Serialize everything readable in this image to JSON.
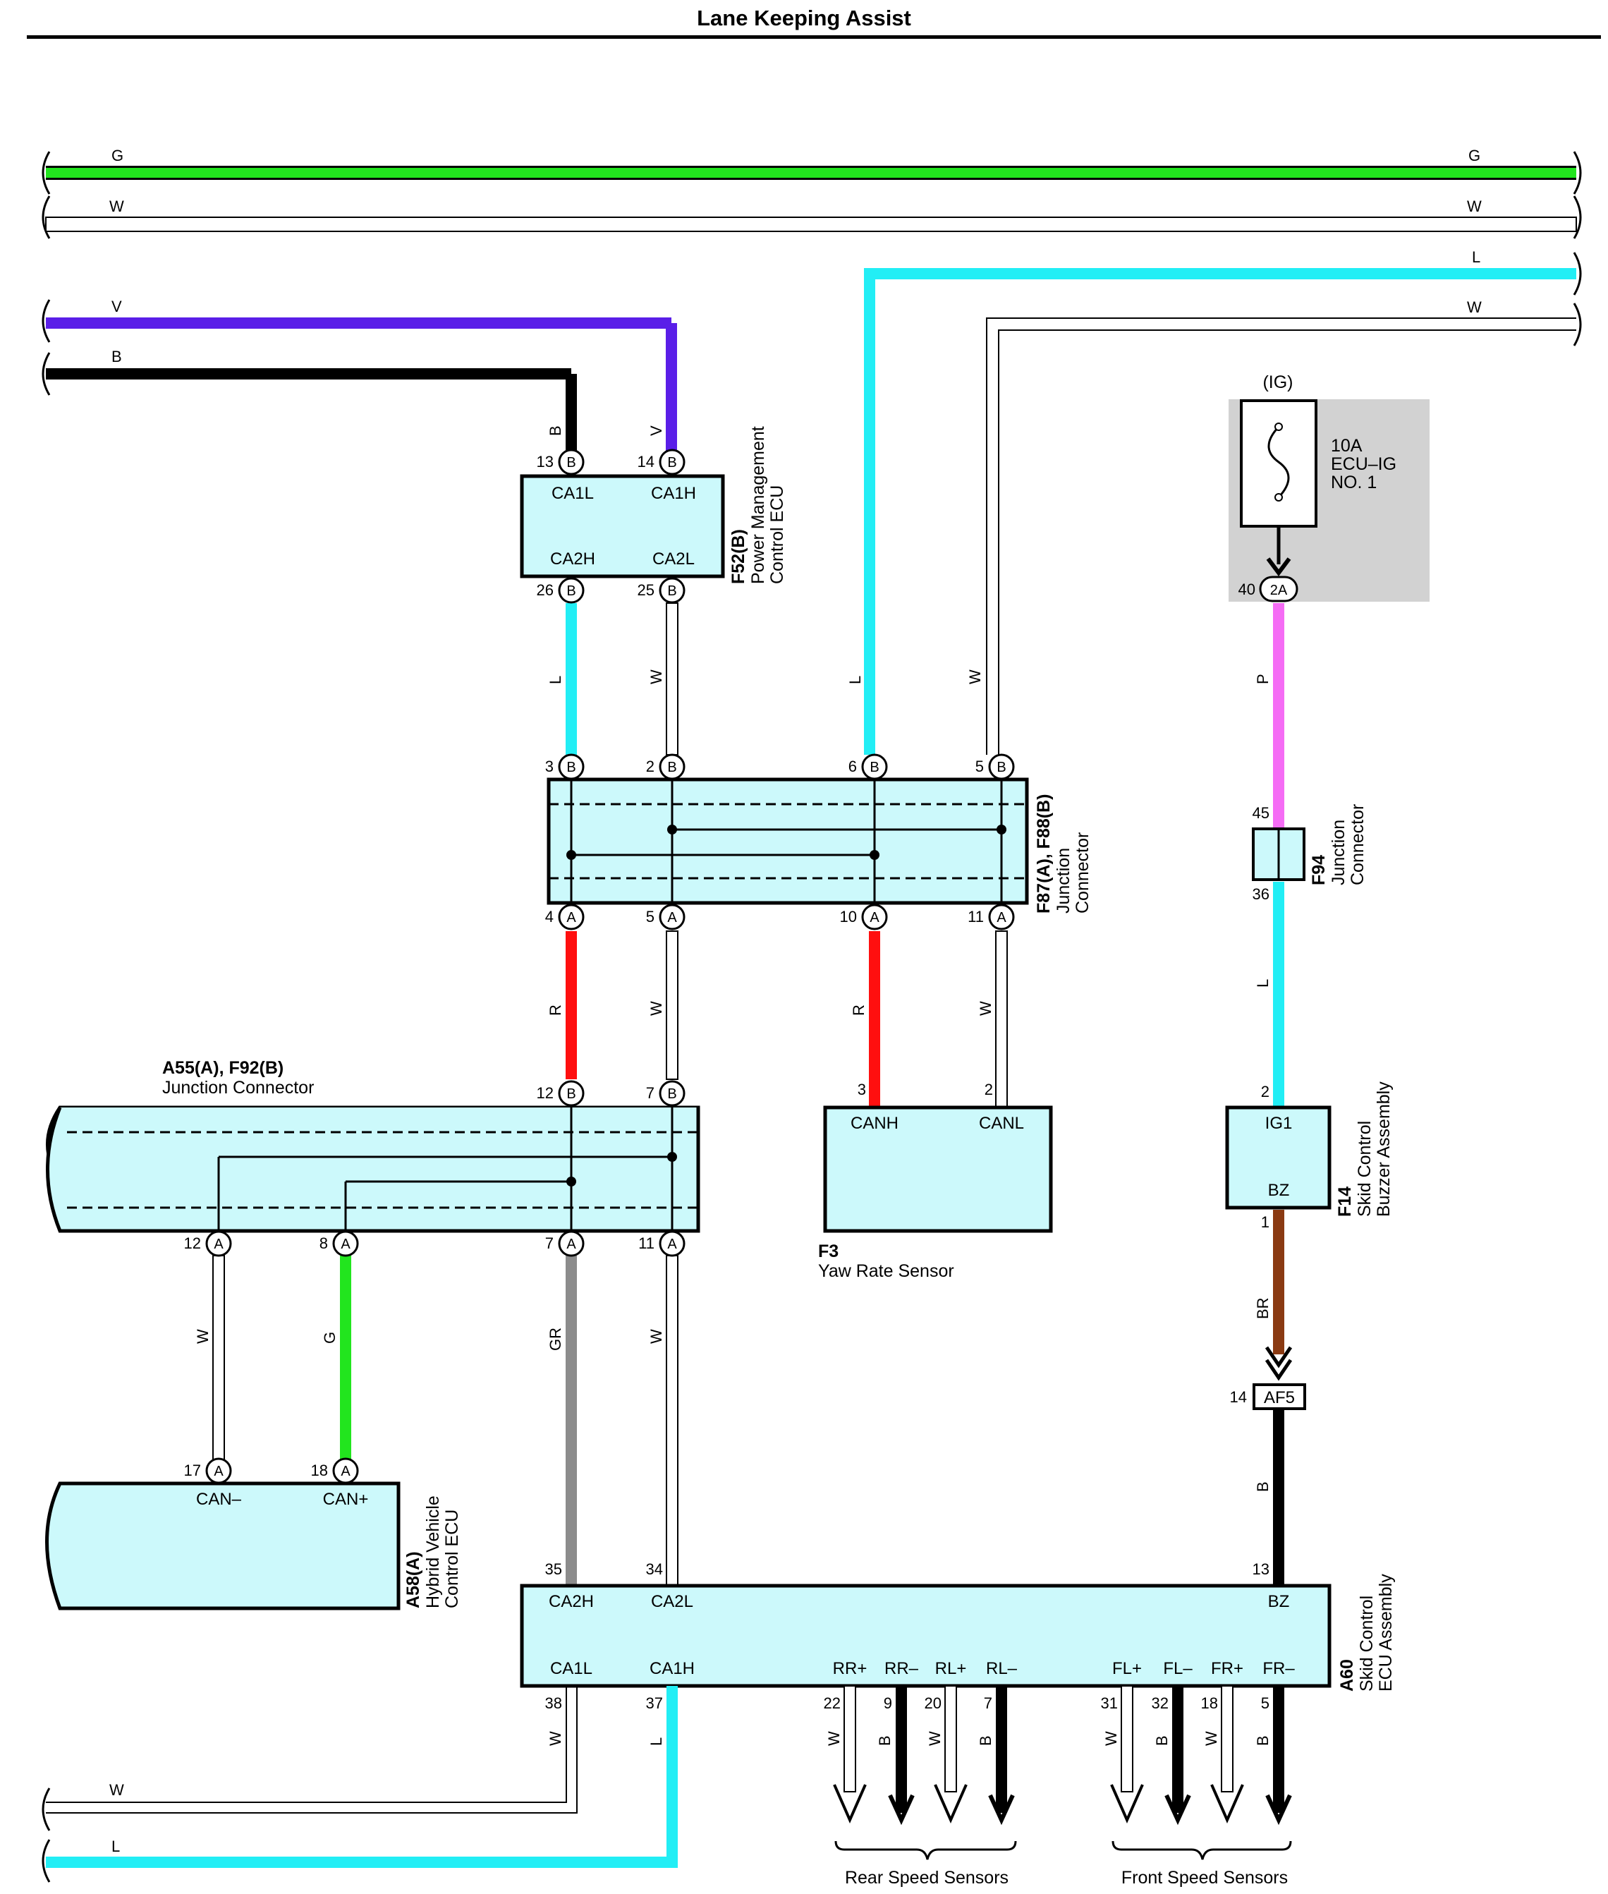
{
  "title": "Lane Keeping Assist",
  "colors": {
    "G": "#22e51e",
    "W": "#ffffff",
    "L": "#22eef5",
    "V": "#5a1ee8",
    "B": "#000000",
    "R": "#ff0f0f",
    "P": "#f56cf5",
    "BR": "#8a3a12",
    "GR": "#8c8c8c",
    "box_fill": "#ccf9fb",
    "fuse_box": "#d2d2d2"
  },
  "wire_labels": {
    "G": "G",
    "W": "W",
    "L": "L",
    "V": "V",
    "B": "B",
    "R": "R",
    "P": "P",
    "BR": "BR",
    "GR": "GR"
  },
  "components": {
    "f52": {
      "code": "F52(B)",
      "line1": "Power Management",
      "line2": "Control ECU",
      "t_l": "CA1L",
      "t_r": "CA1H",
      "b_l": "CA2H",
      "b_r": "CA2L"
    },
    "f87": {
      "code": "F87(A), F88(B)",
      "line1": "Junction",
      "line2": "Connector"
    },
    "a55": {
      "code": "A55(A), F92(B)",
      "line1": "Junction Connector"
    },
    "f3": {
      "code": "F3",
      "line1": "Yaw Rate Sensor",
      "t_l": "CANH",
      "t_r": "CANL"
    },
    "a58": {
      "code": "A58(A)",
      "line1": "Hybrid Vehicle",
      "line2": "Control ECU",
      "t_l": "CAN–",
      "t_r": "CAN+"
    },
    "fuse": {
      "supply": "(IG)",
      "rating": "10A",
      "name1": "ECU–IG",
      "name2": "NO. 1"
    },
    "f94": {
      "code": "F94",
      "line1": "Junction",
      "line2": "Connector"
    },
    "f14": {
      "code": "F14",
      "line1": "Skid Control",
      "line2": "Buzzer Assembly",
      "t": "IG1",
      "b": "BZ"
    },
    "af5": {
      "label": "AF5"
    },
    "a60": {
      "code": "A60",
      "line1": "Skid Control",
      "line2": "ECU Assembly",
      "t_l": "CA2H",
      "t_r": "CA2L",
      "t_bz": "BZ",
      "b": [
        "CA1L",
        "CA1H",
        "RR+",
        "RR–",
        "RL+",
        "RL–",
        "FL+",
        "FL–",
        "FR+",
        "FR–"
      ]
    }
  },
  "connectors": {
    "A": "A",
    "B": "B",
    "2A": "2A"
  },
  "pins": {
    "f52_13": "13",
    "f52_14": "14",
    "f52_26": "26",
    "f52_25": "25",
    "f87_3": "3",
    "f87_2": "2",
    "f87_6": "6",
    "f87_5": "5",
    "f87_4": "4",
    "f87_5b": "5",
    "f87_10": "10",
    "f87_11": "11",
    "a55_12": "12",
    "a55_7": "7",
    "a55_12b": "12",
    "a55_8": "8",
    "a55_7b": "7",
    "a55_11": "11",
    "f3_3": "3",
    "f3_2": "2",
    "a58_17": "17",
    "a58_18": "18",
    "fuse_40": "40",
    "f94_45": "45",
    "f94_36": "36",
    "f14_2": "2",
    "f14_1": "1",
    "af5_14": "14",
    "a60_35": "35",
    "a60_34": "34",
    "a60_13": "13",
    "a60_38": "38",
    "a60_37": "37",
    "a60_22": "22",
    "a60_9": "9",
    "a60_20": "20",
    "a60_7": "7",
    "a60_31": "31",
    "a60_32": "32",
    "a60_18": "18",
    "a60_5": "5"
  },
  "speed_sensors": {
    "rear": "Rear Speed Sensors",
    "front": "Front Speed Sensors"
  }
}
